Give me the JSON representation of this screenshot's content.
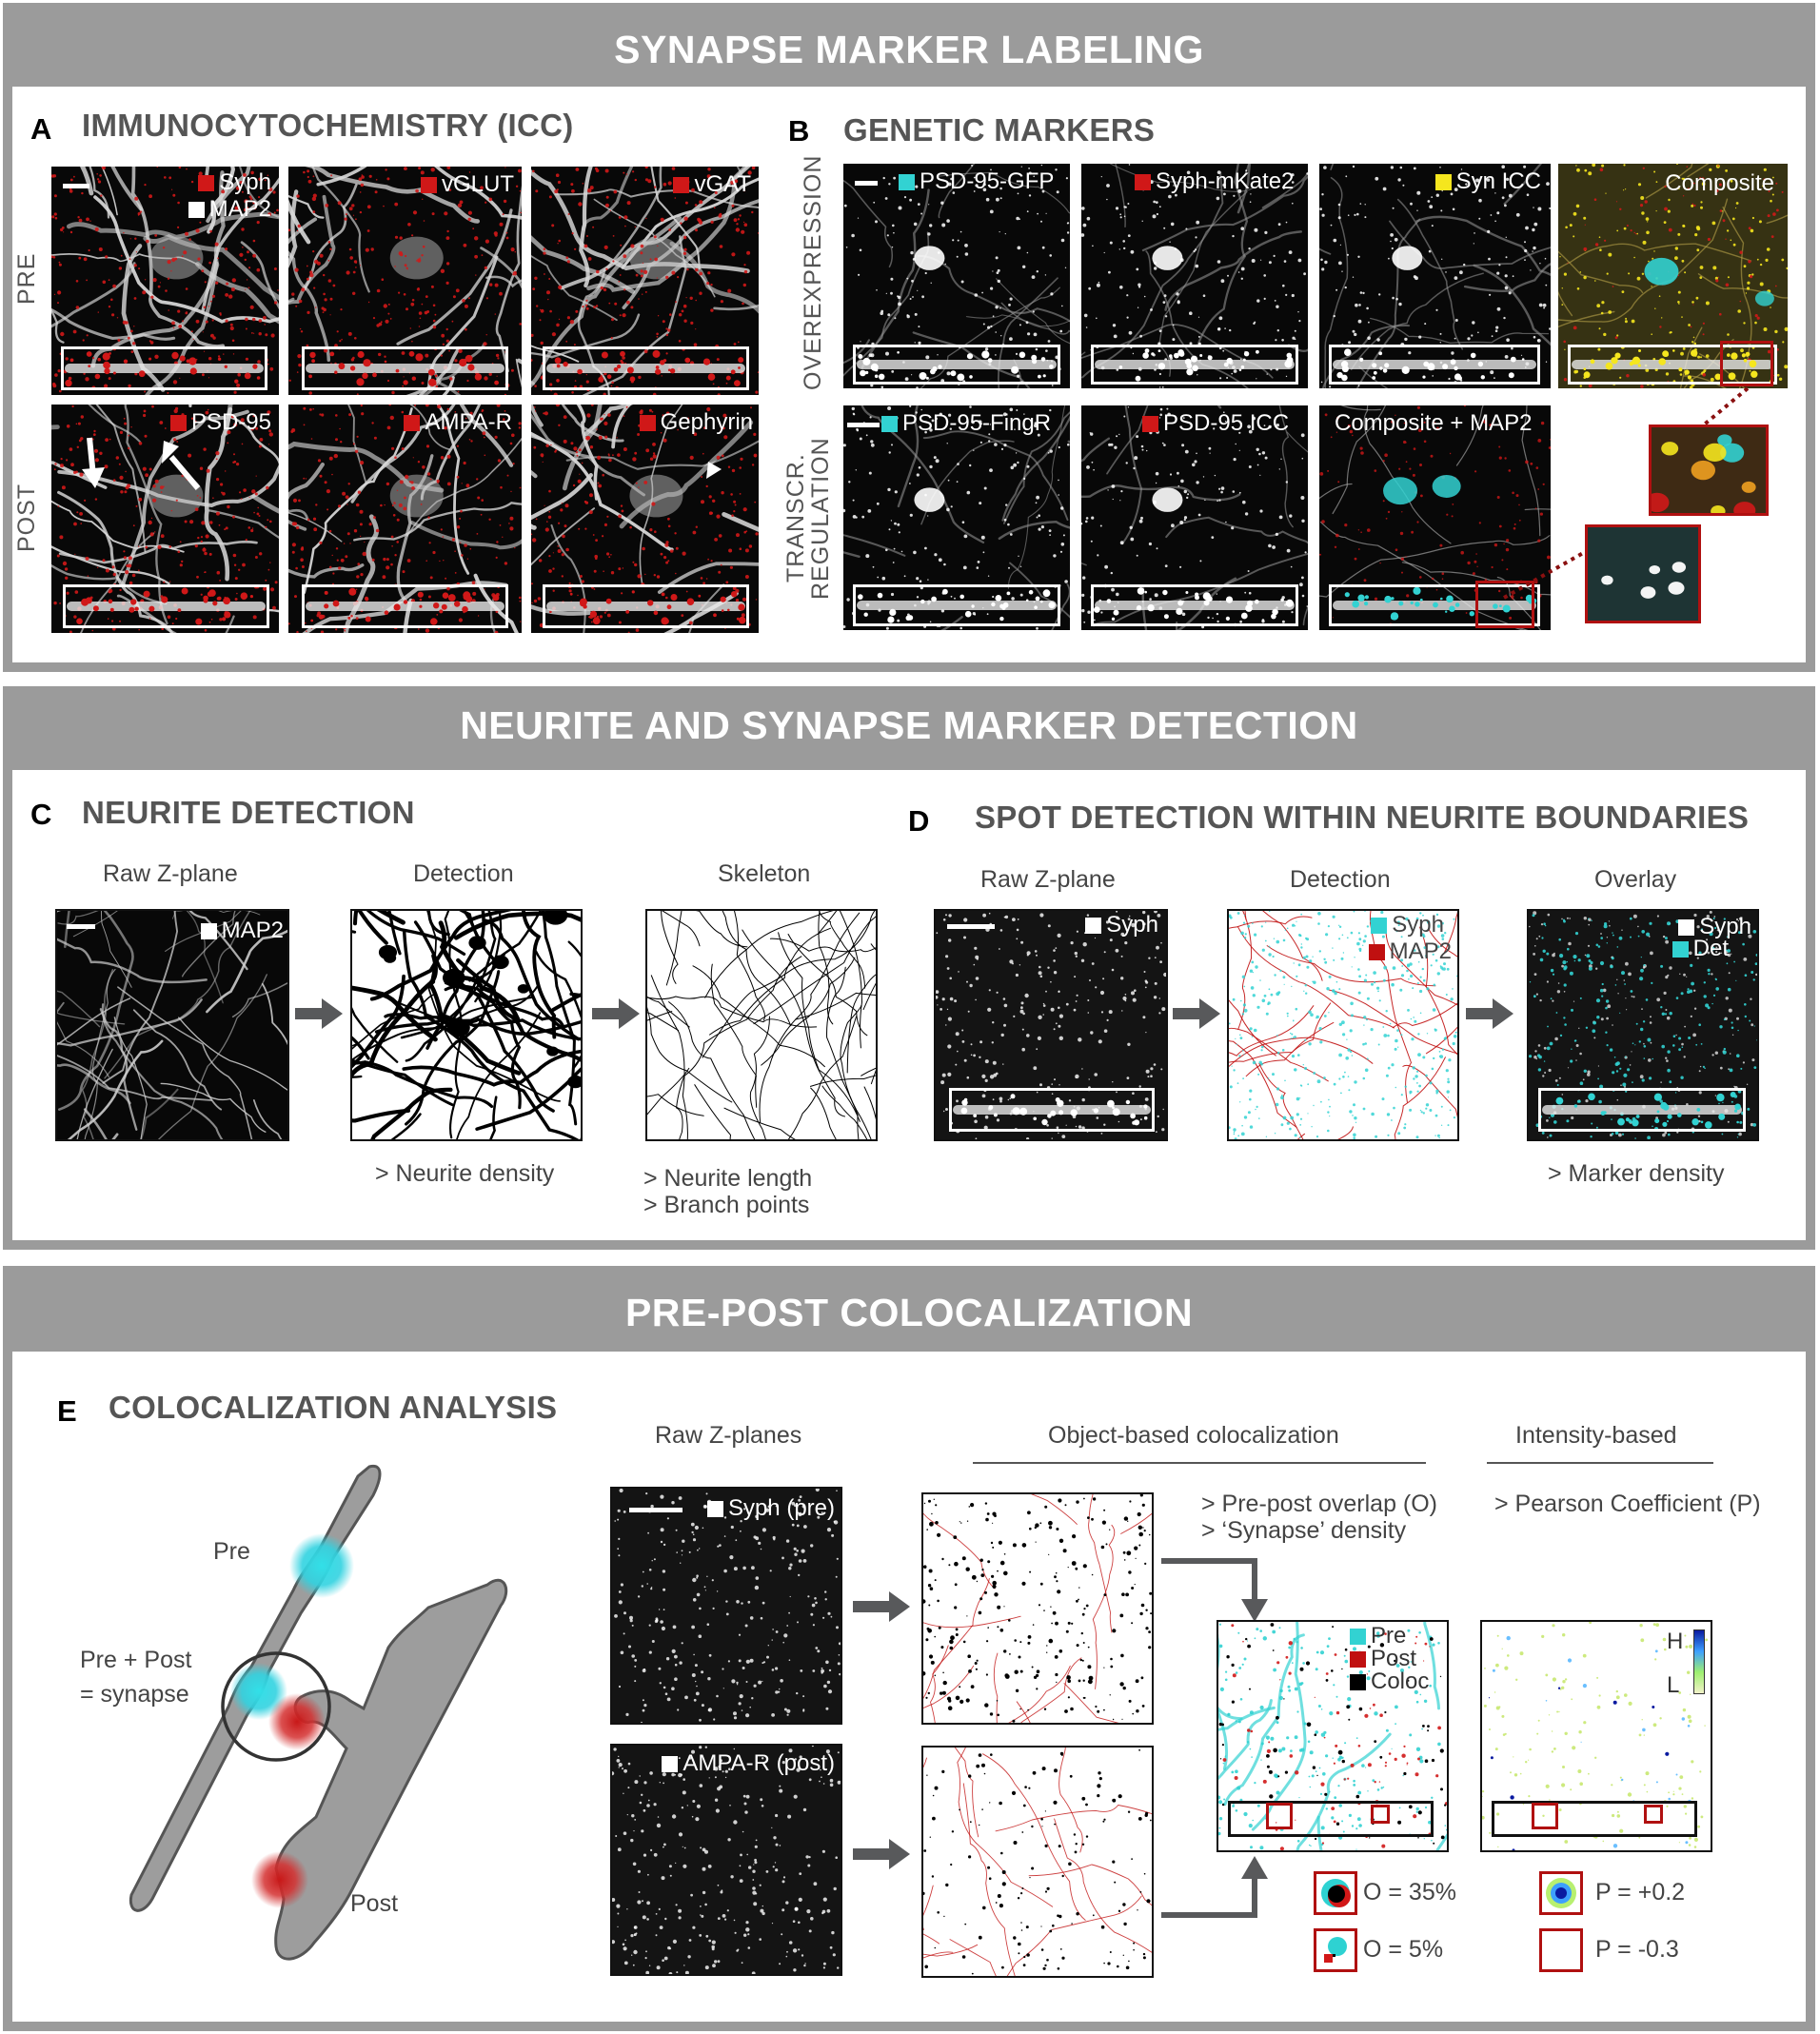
{
  "sections": {
    "labeling": "SYNAPSE MARKER LABELING",
    "detection": "NEURITE AND SYNAPSE MARKER DETECTION",
    "colocalization": "PRE-POST COLOCALIZATION"
  },
  "colors": {
    "red": "#d01818",
    "cyan": "#32d2d2",
    "yellow": "#f5e61e",
    "white": "#ffffff",
    "frame": "#9b9b9b"
  },
  "panel_a": {
    "letter": "A",
    "title": "IMMUNOCYTOCHEMISTRY (ICC)",
    "rows": [
      "PRE",
      "POST"
    ],
    "labels": {
      "syph": "Syph",
      "map2": "MAP2",
      "vglut": "vGLUT",
      "vgat": "vGAT",
      "psd95": "PSD-95",
      "ampar": "AMPA-R",
      "gephyrin": "Gephyrin"
    }
  },
  "panel_b": {
    "letter": "B",
    "title": "GENETIC MARKERS",
    "rows": [
      "OVEREXPRESSION",
      "TRANSCR.",
      "REGULATION"
    ],
    "labels": {
      "psd95gfp": "PSD-95-GFP",
      "syphmkate": "Syph-mKate2",
      "synicc": "Syn ICC",
      "composite": "Composite",
      "fingr": "PSD-95-FingR",
      "psd95icc": "PSD-95 ICC",
      "composite_map2": "Composite + MAP2"
    }
  },
  "panel_c": {
    "letter": "C",
    "title": "NEURITE DETECTION",
    "columns": [
      "Raw Z-plane",
      "Detection",
      "Skeleton"
    ],
    "map2": "MAP2",
    "outputs": {
      "density": "> Neurite density",
      "length": "> Neurite length",
      "branch": "> Branch points"
    }
  },
  "panel_d": {
    "letter": "D",
    "title": "SPOT DETECTION WITHIN NEURITE BOUNDARIES",
    "columns": [
      "Raw Z-plane",
      "Detection",
      "Overlay"
    ],
    "labels": {
      "syph": "Syph",
      "map2": "MAP2",
      "det": "Det"
    },
    "output": "> Marker density"
  },
  "panel_e": {
    "letter": "E",
    "title": "COLOCALIZATION ANALYSIS",
    "schematic": {
      "pre": "Pre",
      "prepost": "Pre + Post",
      "synapse": "= synapse",
      "post": "Post"
    },
    "raw_title": "Raw Z-planes",
    "raw_labels": {
      "pre": "Syph (pre)",
      "post": "AMPA-R (post)"
    },
    "object_title": "Object-based colocalization",
    "intensity_title": "Intensity-based",
    "object_outputs": [
      "> Pre-post overlap (O)",
      "> ‘Synapse’ density"
    ],
    "intensity_output": "> Pearson Coefficient (P)",
    "legend": {
      "pre": "Pre",
      "post": "Post",
      "coloc": "Coloc"
    },
    "heat_legend": {
      "high": "H",
      "low": "L"
    },
    "values": {
      "o1": "O = 35%",
      "o2": "O = 5%",
      "p1": "P = +0.2",
      "p2": "P = -0.3"
    }
  }
}
